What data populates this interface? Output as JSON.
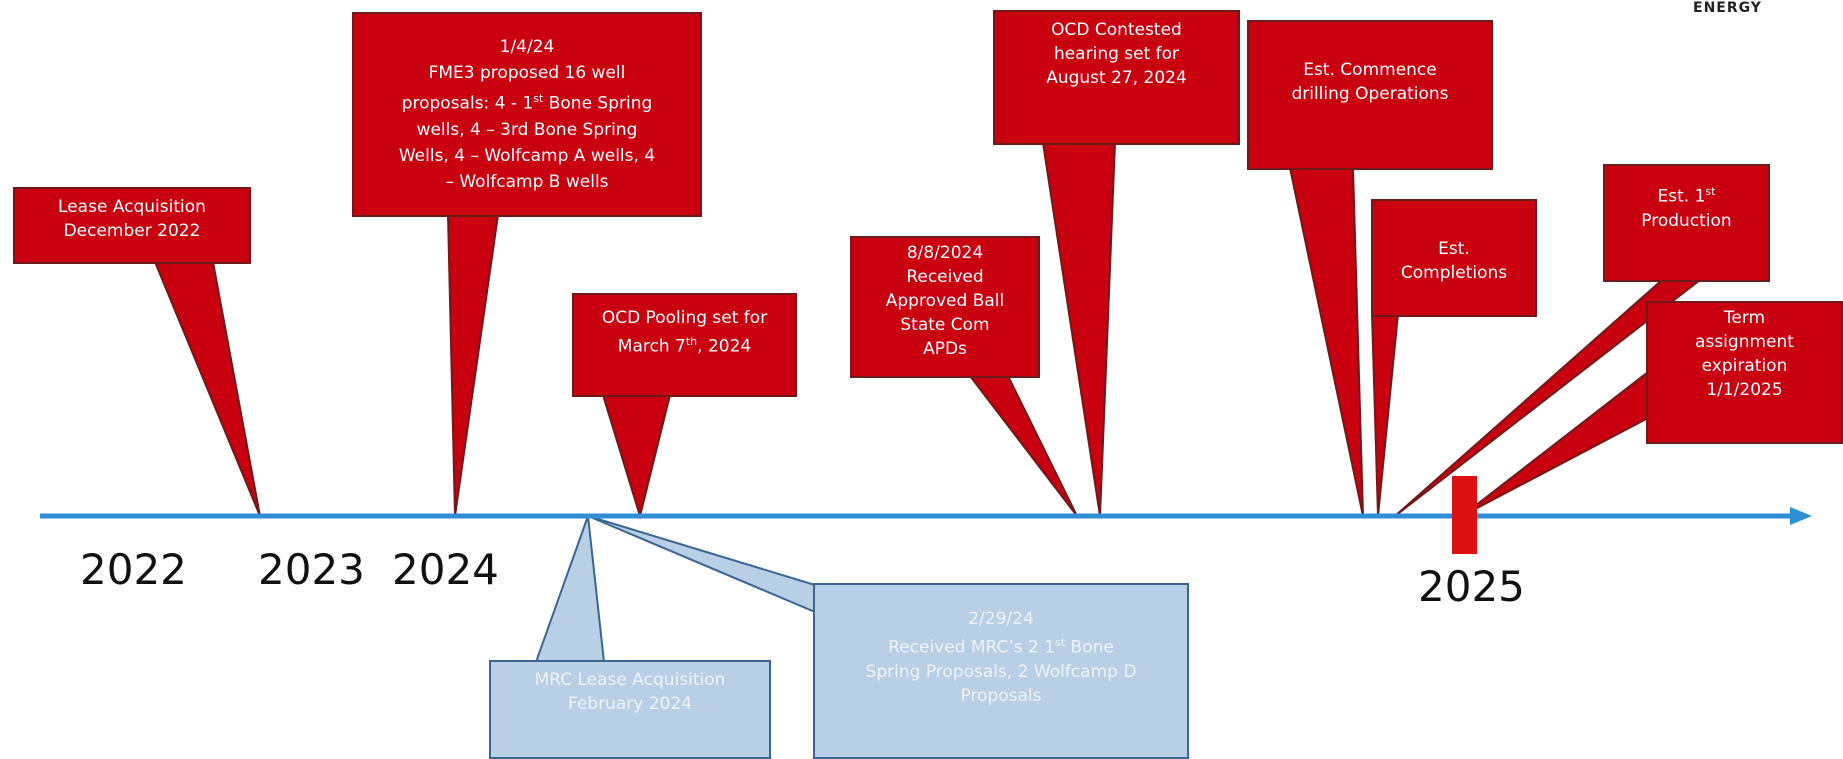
{
  "brand": {
    "logo_text": "ENERGY"
  },
  "colors": {
    "red_fill": "#c8000f",
    "red_stroke": "#6e1a1a",
    "blue_fill": "#b9cfe5",
    "blue_stroke": "#3b6592",
    "axis": "#2e8fd4",
    "marker": "#dd1111"
  },
  "years": [
    "2022",
    "2023",
    "2024",
    "2025"
  ],
  "events_above": [
    {
      "id": "lease-acquisition",
      "lines": [
        "Lease Acquisition",
        "December 2022"
      ]
    },
    {
      "id": "fme3-proposals",
      "lines": [
        "1/4/24",
        "FME3 proposed 16 well",
        "proposals: 4 - 1st Bone Spring",
        "wells, 4 – 3rd Bone Spring",
        "Wells, 4 – Wolfcamp A wells, 4",
        "– Wolfcamp B wells"
      ]
    },
    {
      "id": "ocd-pooling",
      "lines": [
        "OCD Pooling set for",
        "March 7th, 2024"
      ]
    },
    {
      "id": "approved-apds",
      "lines": [
        "8/8/2024",
        "Received",
        "Approved Ball",
        "State Com",
        "APDs"
      ]
    },
    {
      "id": "ocd-contested-hearing",
      "lines": [
        "OCD Contested",
        "hearing set for",
        "August 27, 2024"
      ]
    },
    {
      "id": "commence-drilling",
      "lines": [
        "Est. Commence",
        "drilling Operations"
      ]
    },
    {
      "id": "completions",
      "lines": [
        "Est.",
        "Completions"
      ]
    },
    {
      "id": "first-production",
      "lines": [
        "Est. 1st",
        "Production"
      ]
    },
    {
      "id": "term-assignment-expiration",
      "lines": [
        "Term",
        "assignment",
        "expiration",
        "1/1/2025"
      ]
    }
  ],
  "events_below": [
    {
      "id": "mrc-lease-acquisition",
      "lines": [
        "MRC Lease Acquisition",
        "February 2024"
      ]
    },
    {
      "id": "mrc-proposals",
      "lines": [
        "2/29/24",
        "Received MRC’s 2 1st Bone",
        "Spring Proposals, 2 Wolfcamp D",
        "Proposals"
      ]
    }
  ]
}
